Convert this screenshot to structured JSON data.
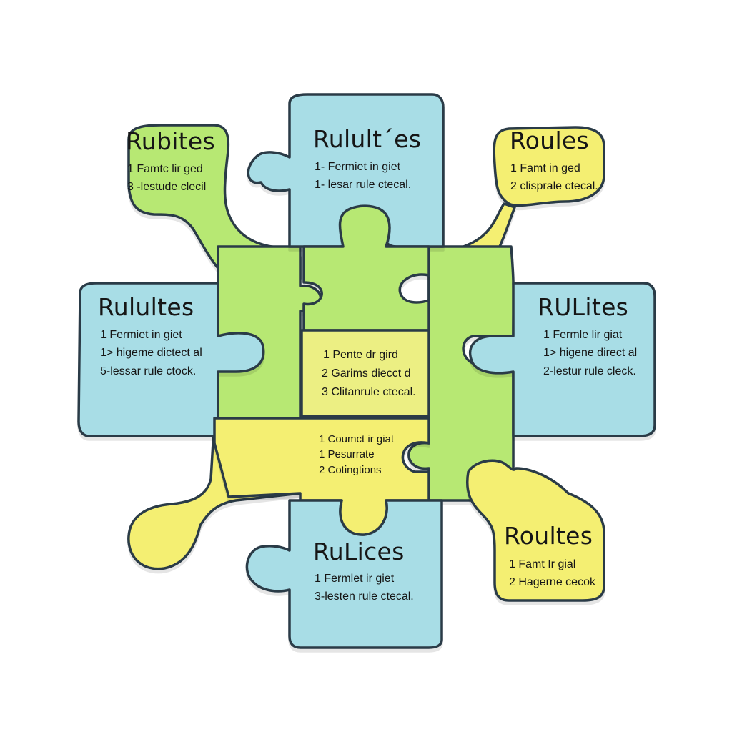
{
  "colors": {
    "green": "#b7e873",
    "blue": "#a8dde6",
    "yellow": "#f4ef72",
    "outline": "#2c3b46",
    "center_yellow": "#ecef83",
    "center_green": "#c6ee88"
  },
  "pieces": {
    "top_left": {
      "color": "green",
      "title": "Rubites",
      "lines": [
        "1 Famtc lir ged",
        "3 -lestude clecil"
      ]
    },
    "top": {
      "color": "blue",
      "title": "Rulult´es",
      "lines": [
        "1- Fermiet in giet",
        "1- lesar rule ctecal."
      ]
    },
    "top_right": {
      "color": "yellow",
      "title": "Roules",
      "lines": [
        "1 Famt in ged",
        "2 clisprale ctecal."
      ]
    },
    "left": {
      "color": "blue",
      "title": "Rulultes",
      "lines": [
        "1 Fermiet in giet",
        "1> higeme dictect al",
        "5-lessar rule ctock."
      ]
    },
    "right": {
      "color": "blue",
      "title": "RULites",
      "lines": [
        "1 Fermle lir giat",
        "1> higene direct al",
        "2-lestur rule cleck."
      ]
    },
    "center": {
      "color": "center_yellow",
      "lines": [
        "1 Pente dr gird",
        "2 Garims diecct d",
        "3 Clitanrule ctecal."
      ]
    },
    "center_lower": {
      "color": "yellow",
      "lines": [
        "1 Coumct ir giat",
        "1 Pesurrate",
        "2 Cotingtions"
      ]
    },
    "bottom": {
      "color": "blue",
      "title": "RuLices",
      "lines": [
        "1 Fermlet ir giet",
        "3-lesten rule ctecal."
      ]
    },
    "bottom_right": {
      "color": "yellow",
      "title": "Roultes",
      "lines": [
        "1 Famt Ir gial",
        "2 Hagerne cecok"
      ]
    }
  }
}
